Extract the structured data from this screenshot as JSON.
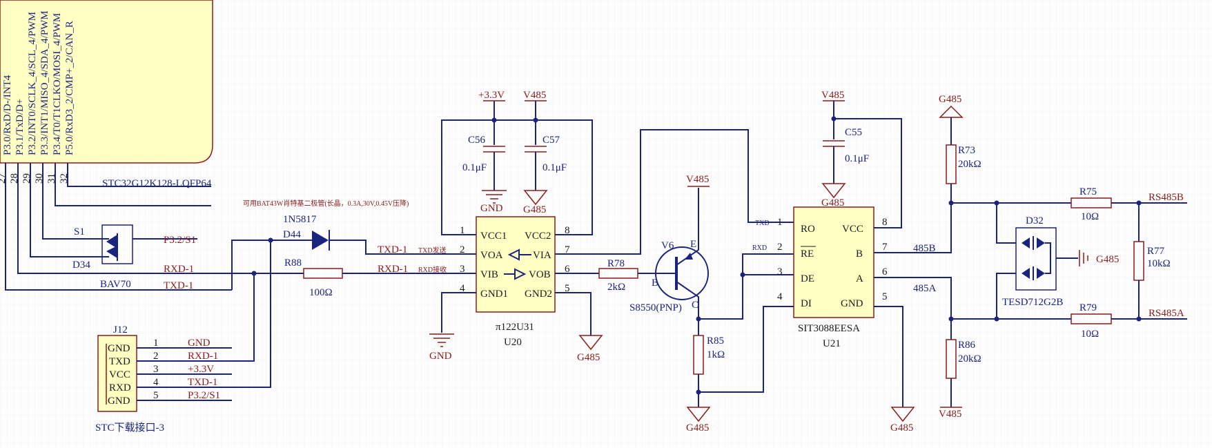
{
  "mcu": {
    "name": "STC32G12K128-LQFP64",
    "pins": [
      {
        "num": "27",
        "label": "P3.0/RxD/D-/INT4"
      },
      {
        "num": "28",
        "label": "P3.1/TxD/D+"
      },
      {
        "num": "29",
        "label": "P3.2/INT0/SCLK_4/SCL_4/PWM"
      },
      {
        "num": "30",
        "label": "P3.3/INT1/MISO_4/SDA_4/PWM"
      },
      {
        "num": "31",
        "label": "P3.4/T0/T1CLKO/MOSI_4/PWM"
      },
      {
        "num": "32",
        "label": "P5.0/RxD3_2/CMP+_2/CAN_R"
      }
    ]
  },
  "net_labels": {
    "p32s1": "P3.2/S1",
    "rxd1": "RXD-1",
    "txd1": "TXD-1",
    "txd1_tx": "TXD-1",
    "tx_note": "TXD发送",
    "rxd1_rx": "RXD-1",
    "rx_note": "RXD接收",
    "txd_short": "TXD",
    "rxd_short": "RXD",
    "b485": "485B",
    "a485": "485A",
    "rs485b": "RS485B",
    "rs485a": "RS485A"
  },
  "power": {
    "v33": "+3.3V",
    "v485_u20": "V485",
    "v485_c55": "V485",
    "v485_v6": "V485",
    "v485_r86": "V485",
    "g485_top": "G485",
    "gnd_c56": "GND",
    "g485_c57": "G485",
    "g485_c55": "G485",
    "gnd_u20": "GND",
    "g485_u20": "G485",
    "g485_r85": "G485",
    "g485_u21": "G485",
    "g485_d32": "G485"
  },
  "components": {
    "s1": "S1",
    "d34": "D34",
    "bav70": "BAV70",
    "d44": "D44",
    "d44_val": "1N5817",
    "d44_note": "可用BAT43W肖特基二极管(长晶，0.3A,30V,0.45V压降)",
    "r88": "R88",
    "r88_val": "100Ω",
    "c56": "C56",
    "c56_val": "0.1μF",
    "c57": "C57",
    "c57_val": "0.1μF",
    "c55": "C55",
    "c55_val": "0.1μF",
    "r78": "R78",
    "r78_val": "2kΩ",
    "v6": "V6",
    "v6_val": "S8550(PNP)",
    "v6_b": "B",
    "v6_e": "E",
    "v6_c": "C",
    "r85": "R85",
    "r85_val": "1kΩ",
    "r73": "R73",
    "r73_val": "20kΩ",
    "r86": "R86",
    "r86_val": "20kΩ",
    "r75": "R75",
    "r75_val": "10Ω",
    "r79": "R79",
    "r79_val": "10Ω",
    "r77": "R77",
    "r77_val": "10kΩ",
    "d32": "D32",
    "d32_val": "TESD712G2B"
  },
  "u20": {
    "ref": "U20",
    "part": "π122U31",
    "left": [
      {
        "num": "1",
        "name": "VCC1"
      },
      {
        "num": "2",
        "name": "VOA"
      },
      {
        "num": "3",
        "name": "VIB"
      },
      {
        "num": "4",
        "name": "GND1"
      }
    ],
    "right": [
      {
        "num": "8",
        "name": "VCC2"
      },
      {
        "num": "7",
        "name": "VIA"
      },
      {
        "num": "6",
        "name": "VOB"
      },
      {
        "num": "5",
        "name": "GND2"
      }
    ]
  },
  "u21": {
    "ref": "U21",
    "part": "SIT3088EESA",
    "left": [
      {
        "num": "1",
        "name": "RO"
      },
      {
        "num": "2",
        "name": "RE"
      },
      {
        "num": "3",
        "name": "DE"
      },
      {
        "num": "4",
        "name": "DI"
      }
    ],
    "right": [
      {
        "num": "8",
        "name": "VCC"
      },
      {
        "num": "7",
        "name": "B"
      },
      {
        "num": "6",
        "name": "A"
      },
      {
        "num": "5",
        "name": "GND"
      }
    ]
  },
  "j12": {
    "ref": "J12",
    "title": "STC下载接口-3",
    "pins": [
      {
        "name": "GND",
        "num": "1",
        "net": "GND"
      },
      {
        "name": "TXD",
        "num": "2",
        "net": "RXD-1"
      },
      {
        "name": "VCC",
        "num": "3",
        "net": "+3.3V"
      },
      {
        "name": "RXD",
        "num": "4",
        "net": "TXD-1"
      },
      {
        "name": "GND",
        "num": "5",
        "net": "P3.2/S1"
      }
    ]
  }
}
